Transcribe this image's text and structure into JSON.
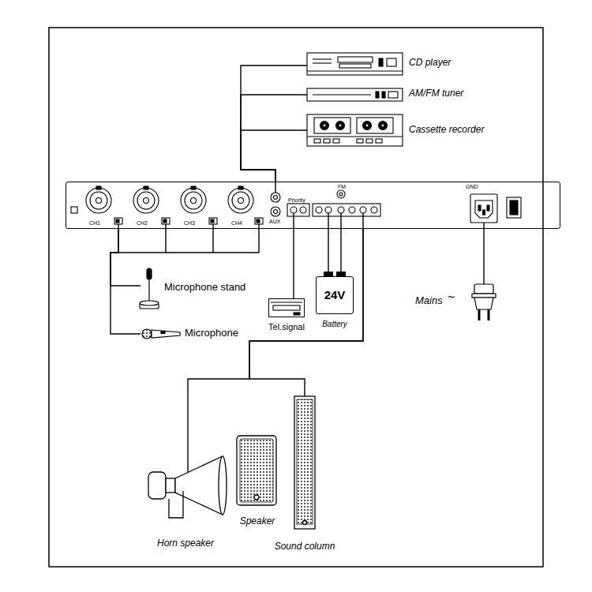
{
  "diagram": {
    "nodes": [
      {
        "text": [
          "CD player"
        ]
      },
      {
        "text": [
          "AM/FM tuner"
        ]
      },
      {
        "text": [
          "Cassette recorder"
        ]
      },
      {
        "text": [
          "CH1",
          "CH2",
          "CH3",
          "CH4",
          "AUX",
          "Priority",
          "FM",
          "GND"
        ]
      },
      {
        "text": [
          "Microphone stand"
        ]
      },
      {
        "text": [
          "Microphone"
        ]
      },
      {
        "text": [
          "Tel.signal"
        ]
      },
      {
        "text": [
          "24V",
          "Battery"
        ]
      },
      {
        "text": [
          "Mains"
        ]
      },
      {
        "text": [
          "Horn speaker"
        ]
      },
      {
        "text": [
          "Speaker"
        ]
      },
      {
        "text": [
          "Sound column"
        ]
      }
    ],
    "edges": [
      {
        "from": 0,
        "to": 3,
        "arrow": "none"
      },
      {
        "from": 1,
        "to": 3,
        "arrow": "none"
      },
      {
        "from": 2,
        "to": 3,
        "arrow": "none"
      },
      {
        "from": 4,
        "to": 3,
        "arrow": "none"
      },
      {
        "from": 5,
        "to": 3,
        "arrow": "none"
      },
      {
        "from": 6,
        "to": 3,
        "arrow": "none"
      },
      {
        "from": 7,
        "to": 3,
        "arrow": "none"
      },
      {
        "from": 8,
        "to": 3,
        "arrow": "none"
      },
      {
        "from": 3,
        "to": 9,
        "arrow": "none"
      },
      {
        "from": 3,
        "to": 11,
        "arrow": "none"
      }
    ],
    "labels": [
      "~"
    ]
  }
}
